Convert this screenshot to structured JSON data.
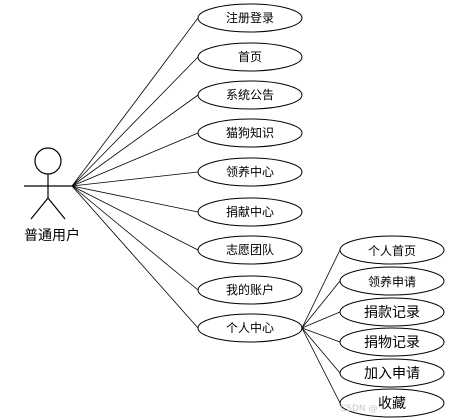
{
  "actor": {
    "label": "普通用户"
  },
  "use_cases": [
    {
      "id": "register-login",
      "label": "注册登录"
    },
    {
      "id": "home",
      "label": "首页"
    },
    {
      "id": "system-notice",
      "label": "系统公告"
    },
    {
      "id": "pet-knowledge",
      "label": "猫狗知识"
    },
    {
      "id": "adoption-center",
      "label": "领养中心"
    },
    {
      "id": "donation-center",
      "label": "捐献中心"
    },
    {
      "id": "volunteer-team",
      "label": "志愿团队"
    },
    {
      "id": "my-account",
      "label": "我的账户"
    },
    {
      "id": "personal-center",
      "label": "个人中心"
    }
  ],
  "sub_use_cases": [
    {
      "id": "personal-home",
      "label": "个人首页"
    },
    {
      "id": "adoption-application",
      "label": "领养申请"
    },
    {
      "id": "donation-money-record",
      "label": "捐款记录"
    },
    {
      "id": "donation-goods-record",
      "label": "捐物记录"
    },
    {
      "id": "join-application",
      "label": "加入申请"
    },
    {
      "id": "favorites",
      "label": "收藏"
    }
  ],
  "watermark": "CSDN @"
}
